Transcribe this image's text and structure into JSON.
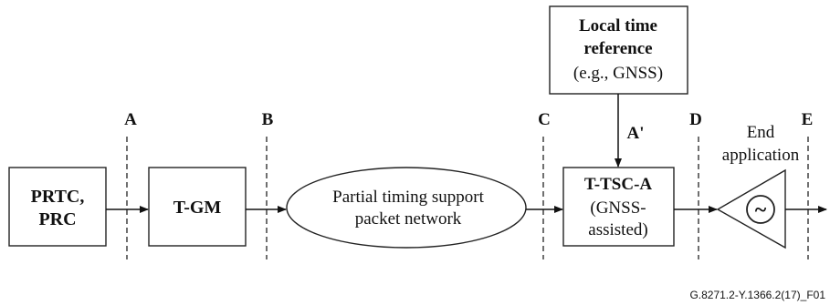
{
  "blocks": {
    "prtc": {
      "line1": "PRTC,",
      "line2": "PRC"
    },
    "tgm": {
      "label": "T-GM"
    },
    "network": {
      "line1": "Partial timing support",
      "line2": "packet network"
    },
    "ttsc": {
      "line1": "T-TSC-A",
      "line2": "(GNSS-",
      "line3": "assisted)"
    },
    "local_ref": {
      "line1": "Local time",
      "line2": "reference",
      "line3": "(e.g., GNSS)"
    },
    "end_app": {
      "line1": "End",
      "line2": "application",
      "symbol": "~"
    }
  },
  "reference_points": {
    "a": "A",
    "b": "B",
    "c": "C",
    "a_prime": "A'",
    "d": "D",
    "e": "E"
  },
  "figure_id": "G.8271.2-Y.1366.2(17)_F01"
}
